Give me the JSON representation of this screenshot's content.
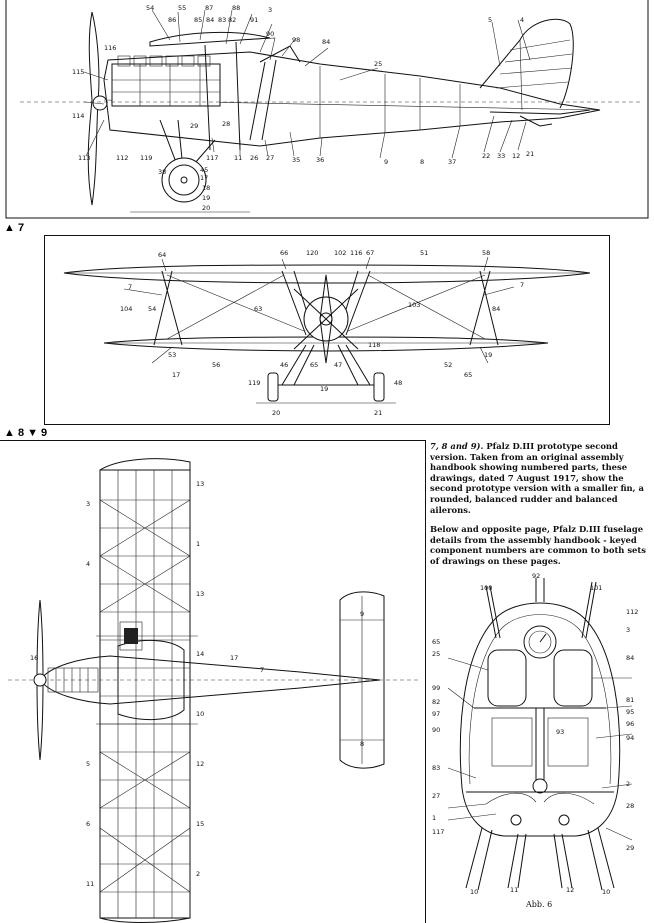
{
  "figure_labels": {
    "fig7": "▲ 7",
    "fig89": "▲ 8 ▼ 9"
  },
  "caption": {
    "para1_lead": "7, 8 and 9).",
    "para1_rest": " Pfalz D.III prototype second version. Taken from an original assembly handbook showing numbered parts, these drawings, dated 7 August 1917, show the second prototype version with a smaller fin, a rounded, balanced rudder and balanced ailerons.",
    "para2": "Below and opposite page, Pfalz D.III fuselage details from the assembly handbook - keyed component numbers are common to both sets of drawings on these pages."
  },
  "side_view_callouts": [
    "54",
    "86",
    "55",
    "87",
    "85",
    "84",
    "83",
    "82",
    "88",
    "91",
    "90",
    "3",
    "98",
    "84",
    "25",
    "5",
    "4",
    "115",
    "114",
    "113",
    "116",
    "119",
    "112",
    "38",
    "29",
    "117",
    "28",
    "26",
    "27",
    "11",
    "35",
    "36",
    "9",
    "8",
    "37",
    "22",
    "33",
    "12",
    "21",
    "45",
    "17",
    "18",
    "19",
    "20"
  ],
  "front_view_callouts": [
    "66",
    "120",
    "64",
    "102",
    "116",
    "67",
    "58",
    "51",
    "7",
    "7",
    "63",
    "104",
    "54",
    "84",
    "103",
    "118",
    "56",
    "52",
    "53",
    "19",
    "19",
    "17",
    "65",
    "65",
    "119",
    "46",
    "47",
    "48",
    "20",
    "21"
  ],
  "plan_view_callouts": [
    "13",
    "1",
    "13",
    "14",
    "7",
    "9",
    "8",
    "10",
    "12",
    "16",
    "15",
    "2",
    "3",
    "4",
    "5",
    "6",
    "17",
    "11"
  ],
  "fuselage_callouts": [
    "100",
    "92",
    "101",
    "112",
    "3",
    "65",
    "25",
    "84",
    "99",
    "82",
    "97",
    "90",
    "93",
    "81",
    "95",
    "96",
    "94",
    "83",
    "2",
    "27",
    "28",
    "1",
    "117",
    "29",
    "10",
    "11",
    "12",
    "10"
  ],
  "fuselage_caption": "Abb. 6"
}
